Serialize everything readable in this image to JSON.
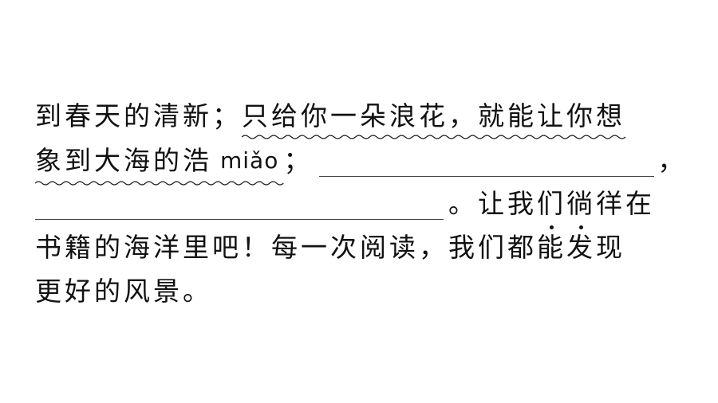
{
  "text": {
    "l1_a": "到春天的清新；",
    "l1_b": "只给你一朵浪花，就能让你想",
    "l2_a": "象到大海的浩",
    "l2_pinyin": "miǎo",
    "l2_semicolon": "；",
    "l2_comma": "，",
    "l3_a": "。让我们徜徉在",
    "l4_a": "书籍的海洋里吧！每一次阅读，我们都",
    "l4_dot1": "能",
    "l4_dot2": "发",
    "l4_b": "现",
    "l5_a": "更好的风景。"
  }
}
